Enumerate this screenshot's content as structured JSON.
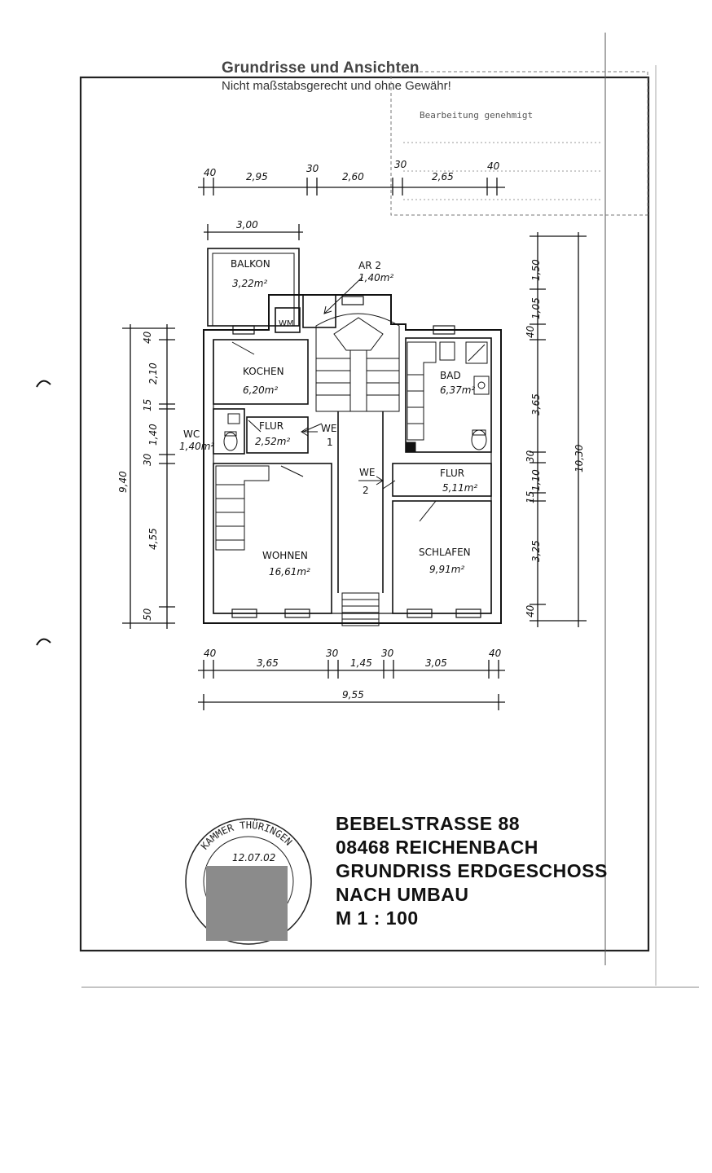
{
  "header": {
    "title": "Grundrisse und Ansichten",
    "subtitle": "Nicht maßstabsgerecht und ohne Gewähr!"
  },
  "dimensions": {
    "top": [
      "40",
      "2,95",
      "30",
      "2,60",
      "30",
      "2,65",
      "40"
    ],
    "balcony_width": "3,00",
    "left_parts": [
      "40",
      "2,10",
      "15",
      "1,40",
      "30",
      "4,55",
      "50"
    ],
    "left_total": "9,40",
    "right_parts": [
      "1,50",
      "1,05",
      "40",
      "3,65",
      "30",
      "1,10",
      "15",
      "3,25",
      "40"
    ],
    "right_total": "10,30",
    "bottom": [
      "40",
      "3,65",
      "30",
      "1,45",
      "30",
      "3,05",
      "40"
    ],
    "bottom_total": "9,55"
  },
  "rooms": {
    "balkon": {
      "name": "BALKON",
      "area": "3,22m²"
    },
    "ar2": {
      "name": "AR 2",
      "area": "1,40m²"
    },
    "wm": "WM",
    "kochen": {
      "name": "KOCHEN",
      "area": "6,20m²"
    },
    "bad": {
      "name": "BAD",
      "area": "6,37m²"
    },
    "wc": {
      "name": "WC",
      "area": "1,40m²"
    },
    "flur1": {
      "name": "FLUR",
      "area": "2,52m²"
    },
    "we1": {
      "name": "WE",
      "num": "1"
    },
    "we2": {
      "name": "WE",
      "num": "2"
    },
    "flur2": {
      "name": "FLUR",
      "area": "5,11m²"
    },
    "wohnen": {
      "name": "WOHNEN",
      "area": "16,61m²"
    },
    "schlafen": {
      "name": "SCHLAFEN",
      "area": "9,91m²"
    }
  },
  "title_block": {
    "line1": "BEBELSTRASSE 88",
    "line2": "08468 REICHENBACH",
    "line3": "GRUNDRISS ERDGESCHOSS",
    "line4": "NACH UMBAU",
    "line5": "M 1 : 100"
  },
  "seal": {
    "text": "KAMMER THÜRINGEN",
    "date": "12.07.02"
  }
}
